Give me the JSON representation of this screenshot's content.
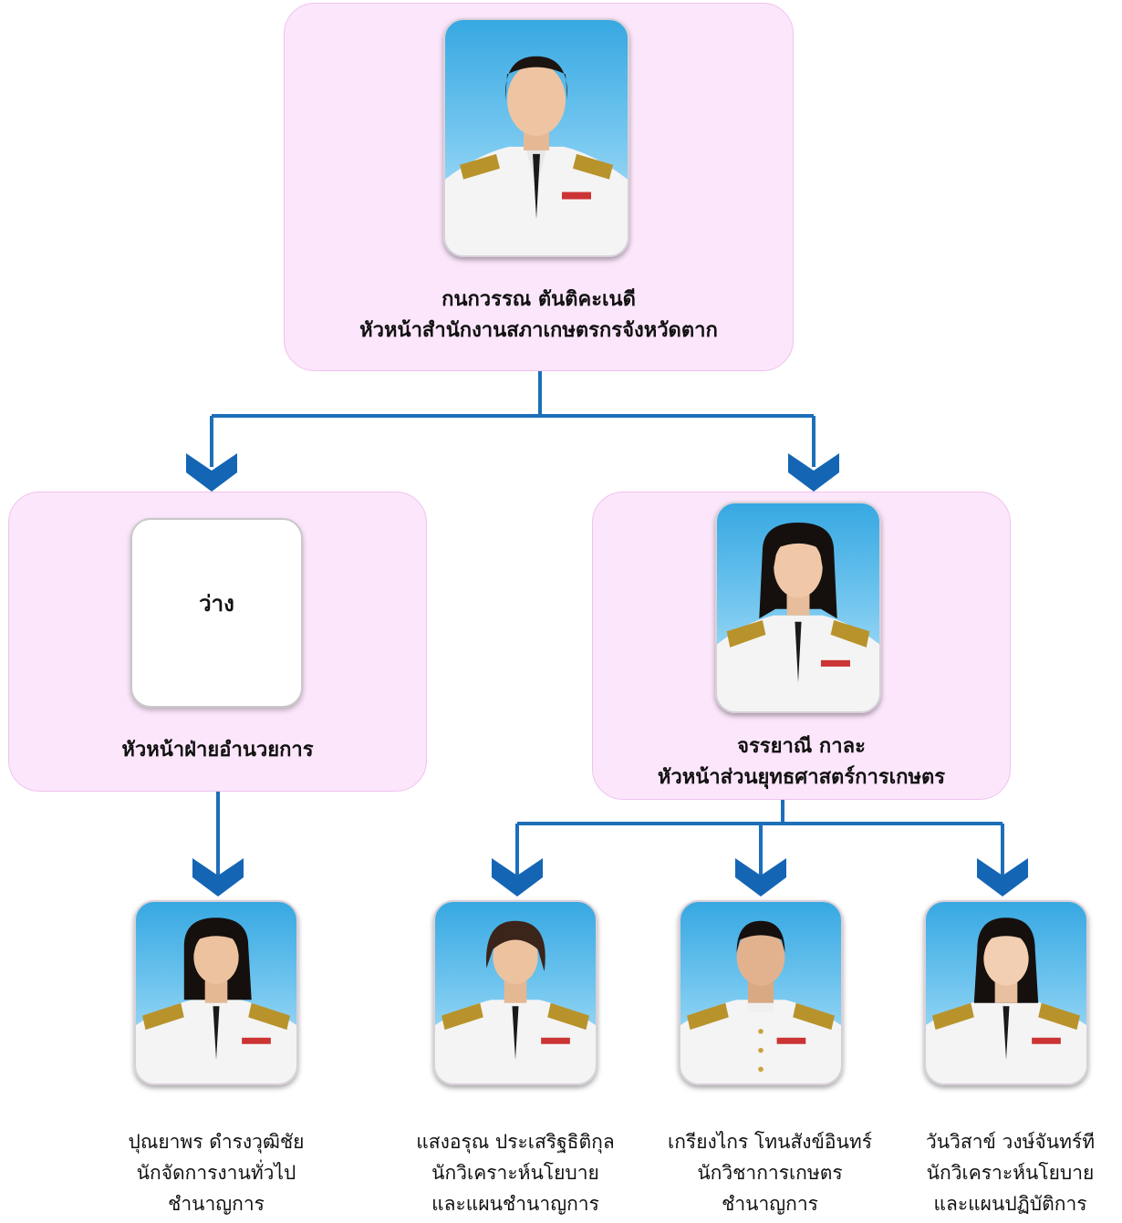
{
  "chart": {
    "head": {
      "name": "กนกวรรณ  ตันติคะเนดี",
      "title": "หัวหน้าสำนักงานสภาเกษตรกรจังหวัดตาก"
    },
    "admin_head": {
      "photo_text": "ว่าง",
      "title": "หัวหน้าฝ่ายอำนวยการ"
    },
    "strategy_head": {
      "name": "จรรยาณี  กาละ",
      "title": "หัวหน้าส่วนยุทธศาสตร์การเกษตร"
    },
    "staff": [
      {
        "name": "ปุณยาพร  ดำรงวุฒิชัย",
        "line2": "นักจัดการงานทั่วไป",
        "line3": "ชำนาญการ"
      },
      {
        "name": "แสงอรุณ  ประเสริฐธิติกุล",
        "line2": "นักวิเคราะห์นโยบาย",
        "line3": "และแผนชำนาญการ"
      },
      {
        "name": "เกรียงไกร  โทนสังข์อินทร์",
        "line2": "นักวิชาการเกษตร",
        "line3": "ชำนาญการ"
      },
      {
        "name": "วันวิสาข์  วงษ์จันทร์ที",
        "line2": "นักวิเคราะห์นโยบาย",
        "line3": "และแผนปฏิบัติการ"
      }
    ]
  },
  "colors": {
    "box_fill": "#fce6fb",
    "connector": "#1c6fb8",
    "arrow": "#1565b5"
  },
  "icons": [
    "portrait-photo",
    "chevron-down-icon"
  ]
}
